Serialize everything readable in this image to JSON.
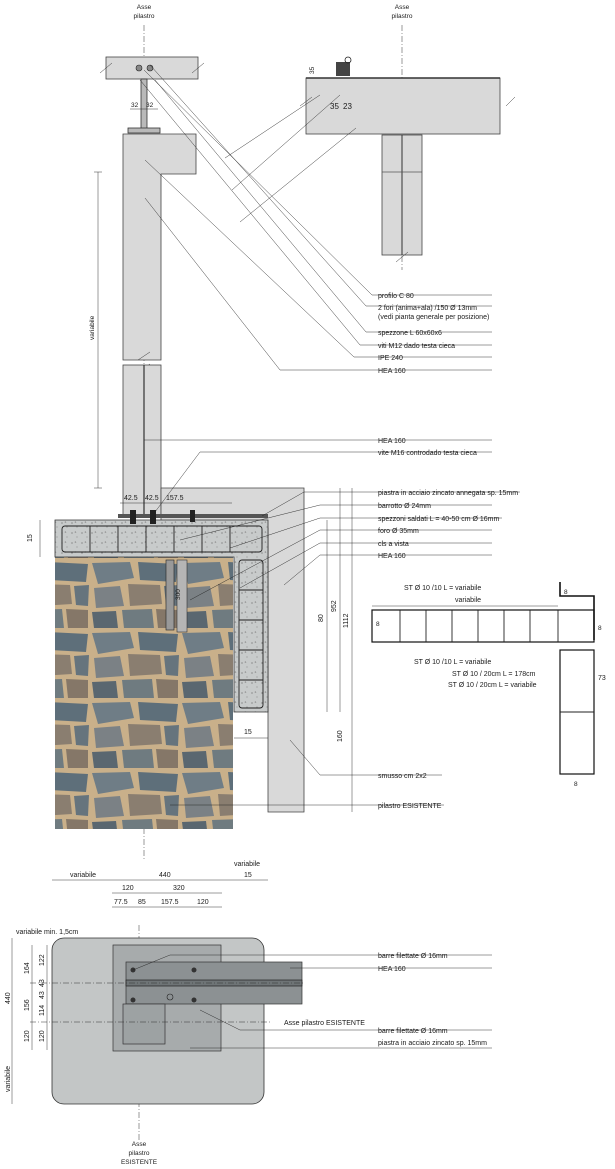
{
  "axis_labels": {
    "top_left": [
      "Asse",
      "pilastro"
    ],
    "top_right": [
      "Asse",
      "pilastro"
    ],
    "bottom": [
      "Asse",
      "pilastro",
      "ESISTENTE"
    ]
  },
  "section_dims": {
    "ipe_32a": "32",
    "ipe_32b": "32",
    "r35a": "35",
    "r35b": "35",
    "r23": "23",
    "variabile": "variabile",
    "d42_5a": "42.5",
    "d42_5b": "42.5",
    "d157_5": "157.5",
    "d15": "15",
    "d300": "300",
    "d80": "80",
    "d952": "952",
    "d1112": "1112",
    "d160": "160",
    "d15b": "15"
  },
  "callouts_upper": [
    "profilo C 80",
    "2 fori (anima+ala) /150 Ø 13mm",
    "(vedi pianta generale per posizione)",
    "spezzone  L 60x60x6",
    "viti M12 dado testa cieca",
    "IPE 240",
    "HEA 160"
  ],
  "callouts_mid": [
    "HEA 160",
    "vite M16 controdado testa cieca",
    "piastra in acciaio zincato annegata sp. 15mm",
    "barrotto Ø 24mm",
    "spezzoni saldati L = 40-50 cm Ø 16mm",
    "foro Ø 35mm",
    "cls a vista",
    "HEA 160",
    "smusso cm 2x2",
    "pilastro ESISTENTE"
  ],
  "rebar": {
    "st1": "ST Ø 10 /10 L = variabile",
    "variabile": "variabile",
    "st2": "ST Ø 10 /10 L = variabile",
    "st3": "ST Ø 10 / 20cm L = 178cm",
    "st4": "ST Ø 10 / 20cm L = variabile",
    "d8a": "8",
    "d8b": "8",
    "d8c": "8",
    "d8d": "8",
    "d73": "73"
  },
  "plan_dims": {
    "variabile_a": "variabile",
    "d440": "440",
    "variabile_b": "variabile",
    "d15": "15",
    "d120": "120",
    "d320": "320",
    "d77_5": "77.5",
    "d85": "85",
    "d157_5": "157.5",
    "d120b": "120",
    "var_min": "variabile min. 1,5cm",
    "d440v": "440",
    "d164": "164",
    "d122": "122",
    "d43": "43",
    "d43b": "43",
    "d156": "156",
    "d114": "114",
    "d120v": "120",
    "d120v2": "120",
    "variabile_v": "variabile"
  },
  "callouts_plan": [
    "barre filettate Ø 16mm",
    "HEA 160",
    "Asse pilastro ESISTENTE",
    "barre filettate Ø 16mm",
    "piastra in acciaio zincato sp. 15mm"
  ],
  "colors": {
    "stone_base": "#6d7478",
    "mortar": "#c9b08a",
    "steel": "#d9d9d9",
    "concrete": "#c3c6c6"
  }
}
